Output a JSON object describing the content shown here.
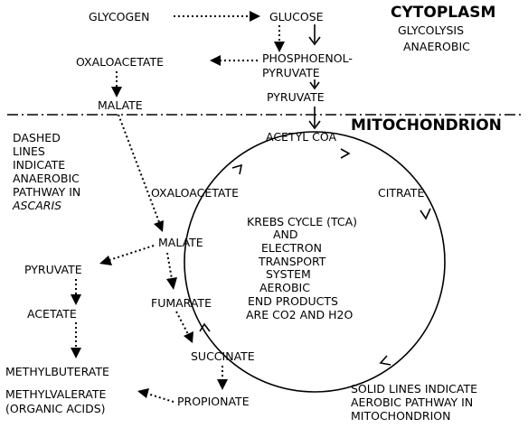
{
  "headings": {
    "cytoplasm": "CYTOPLASM",
    "cytoplasm_sub1": "GLYCOLYSIS",
    "cytoplasm_sub2": "ANAEROBIC",
    "mitochondrion": "MITOCHONDRION"
  },
  "metabolites": {
    "glycogen": "GLYCOGEN",
    "glucose": "GLUCOSE",
    "oxaloacetate_top": "OXALOACETATE",
    "pep_line1": "PHOSPHOENOL-",
    "pep_line2": "PYRUVATE",
    "pyruvate_top": "PYRUVATE",
    "malate_top": "MALATE",
    "acetyl_coa": "ACETYL COA",
    "oxaloacetate_cycle": "OXALOACETATE",
    "citrate": "CITRATE",
    "malate_mid": "MALATE",
    "pyruvate_left": "PYRUVATE",
    "acetate": "ACETATE",
    "fumarate": "FUMARATE",
    "succinate": "SUCCINATE",
    "propionate": "PROPIONATE",
    "methylbuterate": "METHYLBUTERATE",
    "methylvalerate": "METHYLVALERATE",
    "organic_acids": "(ORGANIC ACIDS)"
  },
  "cycle_text": [
    "KREBS CYCLE (TCA)",
    "AND",
    "ELECTRON",
    "TRANSPORT",
    "SYSTEM",
    "AEROBIC",
    "END PRODUCTS",
    "ARE CO2 AND H2O"
  ],
  "notes": {
    "dashed": [
      "DASHED",
      "LINES",
      "INDICATE",
      "ANAEROBIC",
      "PATHWAY IN",
      "ASCARIS"
    ],
    "solid": [
      "SOLID LINES INDICATE",
      "AEROBIC PATHWAY IN",
      "MITOCHONDRION"
    ]
  }
}
